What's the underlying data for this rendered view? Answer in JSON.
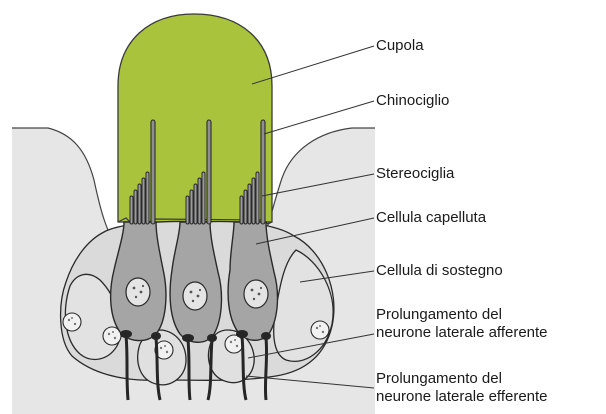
{
  "labels": {
    "cupola": "Cupola",
    "chinociglio": "Chinociglio",
    "stereociglia": "Stereociglia",
    "cellula_capelluta": "Cellula capelluta",
    "cellula_sostegno": "Cellula di sostegno",
    "afferente": [
      "Prolungamento del",
      "neurone laterale afferente"
    ],
    "efferente": [
      "Prolungamento del",
      "neurone laterale efferente"
    ]
  },
  "colors": {
    "cupola": "#a9c43c",
    "tissue": "#e6e6e6",
    "support_cell": "#dadada",
    "hair_cell": "#a5a5a5",
    "outline": "#2a2a2a"
  }
}
